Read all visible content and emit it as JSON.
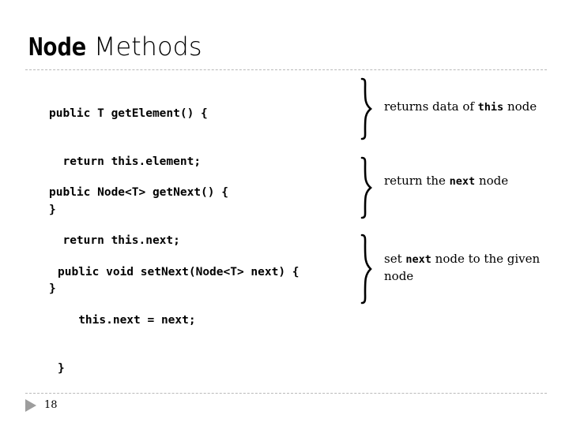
{
  "slide": {
    "title": {
      "mono_part": "Node",
      "sans_part": " Methods"
    },
    "page_number": "18",
    "marker_icon": "triangle-right-icon",
    "colors": {
      "background": "#ffffff",
      "text": "#000000",
      "rule": "#b9b9b9",
      "marker": "#9d9d9d"
    },
    "code_blocks": [
      {
        "id": "get-element",
        "lines": [
          "public T getElement() {",
          "  return this.element;",
          "}"
        ],
        "brace_icon": "right-curly-brace-icon",
        "annotation": {
          "pre": "returns data of ",
          "mono": "this",
          "post": " node"
        }
      },
      {
        "id": "get-next",
        "lines": [
          "public Node<T> getNext() {",
          "  return this.next;",
          "}"
        ],
        "brace_icon": "right-curly-brace-icon",
        "annotation": {
          "pre": "return the ",
          "mono": "next",
          "post": " node"
        }
      },
      {
        "id": "set-next",
        "lines": [
          "public void setNext(Node<T> next) {",
          "   this.next = next;",
          "}"
        ],
        "brace_icon": "right-curly-brace-icon",
        "annotation": {
          "pre": "set ",
          "mono": "next",
          "post": " node to the given node"
        }
      }
    ]
  }
}
